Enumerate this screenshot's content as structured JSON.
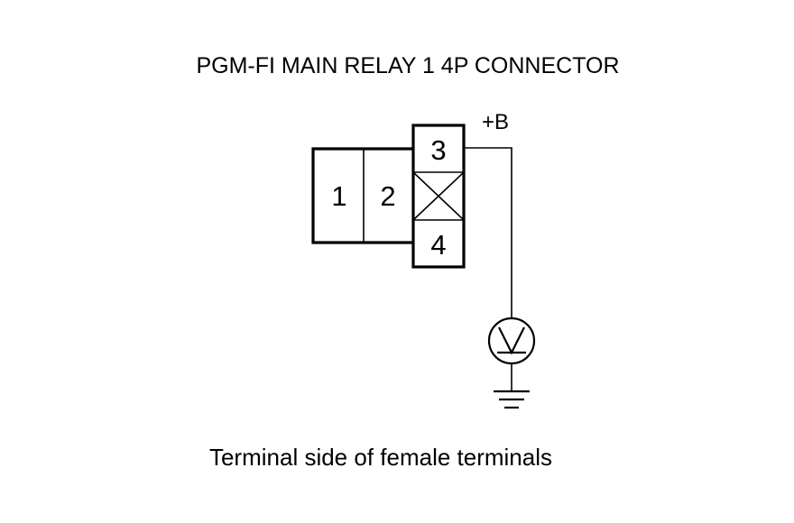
{
  "diagram": {
    "title": "PGM-FI MAIN RELAY 1 4P CONNECTOR",
    "caption": "Terminal side of female terminals",
    "supply_label": "+B",
    "pins": [
      {
        "id": "1",
        "label": "1"
      },
      {
        "id": "2",
        "label": "2"
      },
      {
        "id": "3",
        "label": "3"
      },
      {
        "id": "4",
        "label": "4"
      }
    ],
    "unused_cavity_symbol": "crossed-box",
    "meter": "voltmeter-icon",
    "ground": "ground-icon"
  }
}
